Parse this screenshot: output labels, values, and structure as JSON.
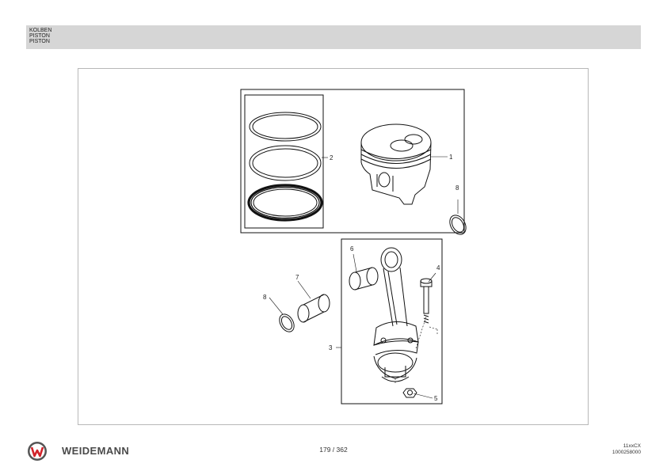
{
  "header": {
    "title_de": "KOLBEN",
    "title_en": "PISTON",
    "title_fr": "PISTON"
  },
  "callouts": {
    "c1": "1",
    "c2": "2",
    "c3": "3",
    "c4": "4",
    "c5": "5",
    "c6": "6",
    "c7": "7",
    "c8a": "8",
    "c8b": "8"
  },
  "footer": {
    "brand": "WEIDEMANN",
    "page": "179 / 362",
    "code_line1": "11xxCX",
    "code_line2": "1000258000"
  },
  "colors": {
    "header_bg": "#d6d6d6",
    "logo_red": "#d2232a"
  }
}
